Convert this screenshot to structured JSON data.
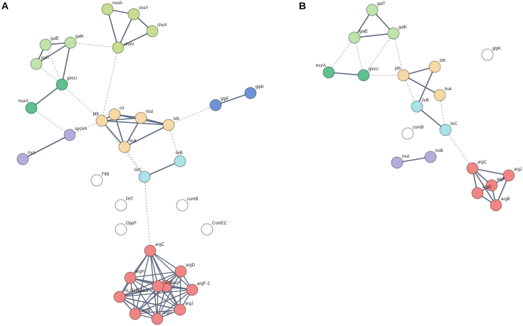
{
  "colors": {
    "green_light": "#bfe3a8",
    "green_olive": "#c6dc8e",
    "teal": "#5fbf8f",
    "peach": "#f8d8a4",
    "purple": "#b4acdc",
    "blue": "#6f93d6",
    "cyan": "#a9e2e7",
    "red": "#f08585",
    "empty": "#ffffff",
    "edge": "#5f6b80",
    "edge_dashed": "#9a9a9a"
  },
  "panels": [
    {
      "letter": "A",
      "nodes": [
        {
          "id": "motA",
          "label": "motA",
          "color": "green_olive"
        },
        {
          "id": "cheY",
          "label": "cheY",
          "color": "green_olive"
        },
        {
          "id": "cheX",
          "label": "cheX",
          "color": "green_olive"
        },
        {
          "id": "cheV",
          "label": "cheV",
          "color": "green_olive"
        },
        {
          "id": "galE",
          "label": "galE",
          "color": "green_light"
        },
        {
          "id": "galK",
          "label": "galK",
          "color": "green_light"
        },
        {
          "id": "galT",
          "label": "galT",
          "color": "green_light"
        },
        {
          "id": "glmU",
          "label": "glmU",
          "color": "teal"
        },
        {
          "id": "murA",
          "label": "murA",
          "color": "teal"
        },
        {
          "id": "ptb",
          "label": "ptb",
          "color": "peach"
        },
        {
          "id": "crt",
          "label": "crt",
          "color": "peach"
        },
        {
          "id": "hbd",
          "label": "hbd",
          "color": "peach"
        },
        {
          "id": "ldh",
          "label": "ldh",
          "color": "peach"
        },
        {
          "id": "buk",
          "label": "buk",
          "color": "peach"
        },
        {
          "id": "spoVA",
          "label": "spoVA",
          "color": "purple"
        },
        {
          "id": "trxA",
          "label": "trxA",
          "color": "purple"
        },
        {
          "id": "glpF",
          "label": "glpF",
          "color": "blue"
        },
        {
          "id": "glpK",
          "label": "glpK",
          "color": "blue"
        },
        {
          "id": "ilvB",
          "label": "ilvB",
          "color": "cyan"
        },
        {
          "id": "ilvC",
          "label": "ilvC",
          "color": "cyan"
        },
        {
          "id": "FliB",
          "label": "FliB",
          "color": "empty"
        },
        {
          "id": "PilT",
          "label": "PilT",
          "color": "empty"
        },
        {
          "id": "comB",
          "label": "comB",
          "color": "empty"
        },
        {
          "id": "OppF",
          "label": "OppF",
          "color": "empty"
        },
        {
          "id": "ComEC",
          "label": "ComEC",
          "color": "empty"
        },
        {
          "id": "argC",
          "label": "argC",
          "color": "red"
        },
        {
          "id": "argH",
          "label": "argH",
          "color": "red"
        },
        {
          "id": "argD",
          "label": "argD",
          "color": "red"
        },
        {
          "id": "argF",
          "label": "argF",
          "color": "red"
        },
        {
          "id": "argF-2",
          "label": "argF-2",
          "color": "red"
        },
        {
          "id": "ALO18143.1",
          "label": "ALO18143.1",
          "color": "red"
        },
        {
          "id": "argJ",
          "label": "argJ",
          "color": "red"
        },
        {
          "id": "argB",
          "label": "argB",
          "color": "red"
        },
        {
          "id": "argG",
          "label": "argG",
          "color": "red"
        },
        {
          "id": "argE",
          "label": "argE",
          "color": "red"
        }
      ],
      "edges": [
        {
          "a": "motA",
          "b": "cheY",
          "style": "solid"
        },
        {
          "a": "motA",
          "b": "cheV",
          "style": "solid"
        },
        {
          "a": "cheY",
          "b": "cheX",
          "style": "solid"
        },
        {
          "a": "cheY",
          "b": "cheV",
          "style": "solid"
        },
        {
          "a": "cheX",
          "b": "cheV",
          "style": "solid"
        },
        {
          "a": "galE",
          "b": "galK",
          "style": "solid"
        },
        {
          "a": "galE",
          "b": "galT",
          "style": "solid"
        },
        {
          "a": "galK",
          "b": "galT",
          "style": "solid"
        },
        {
          "a": "galK",
          "b": "glmU",
          "style": "solid"
        },
        {
          "a": "glmU",
          "b": "murA",
          "style": "solid"
        },
        {
          "a": "galE",
          "b": "glmU",
          "style": "dashed"
        },
        {
          "a": "galT",
          "b": "glmU",
          "style": "dashed"
        },
        {
          "a": "galK",
          "b": "cheV",
          "style": "dashed"
        },
        {
          "a": "cheV",
          "b": "ptb",
          "style": "dashed"
        },
        {
          "a": "glmU",
          "b": "ptb",
          "style": "dashed"
        },
        {
          "a": "murA",
          "b": "spoVA",
          "style": "dashed"
        },
        {
          "a": "spoVA",
          "b": "trxA",
          "style": "solid"
        },
        {
          "a": "spoVA",
          "b": "ptb",
          "style": "dashed"
        },
        {
          "a": "ptb",
          "b": "crt",
          "style": "solid"
        },
        {
          "a": "ptb",
          "b": "hbd",
          "style": "solid"
        },
        {
          "a": "ptb",
          "b": "buk",
          "style": "solid"
        },
        {
          "a": "ptb",
          "b": "ldh",
          "style": "solid"
        },
        {
          "a": "crt",
          "b": "hbd",
          "style": "solid"
        },
        {
          "a": "crt",
          "b": "buk",
          "style": "solid"
        },
        {
          "a": "crt",
          "b": "ldh",
          "style": "solid"
        },
        {
          "a": "hbd",
          "b": "buk",
          "style": "solid"
        },
        {
          "a": "hbd",
          "b": "ldh",
          "style": "solid"
        },
        {
          "a": "ldh",
          "b": "buk",
          "style": "solid"
        },
        {
          "a": "ldh",
          "b": "ilvB",
          "style": "dashed"
        },
        {
          "a": "ldh",
          "b": "glpF",
          "style": "dashed"
        },
        {
          "a": "glpF",
          "b": "glpK",
          "style": "solid"
        },
        {
          "a": "ilvB",
          "b": "ilvC",
          "style": "solid"
        },
        {
          "a": "buk",
          "b": "ilvC",
          "style": "dashed"
        },
        {
          "a": "ptb",
          "b": "ilvC",
          "style": "dashed"
        },
        {
          "a": "ilvC",
          "b": "argC",
          "style": "dashed"
        },
        {
          "a": "argC",
          "b": "argH",
          "style": "solid"
        },
        {
          "a": "argC",
          "b": "argD",
          "style": "solid"
        },
        {
          "a": "argC",
          "b": "argF",
          "style": "solid"
        },
        {
          "a": "argC",
          "b": "argF-2",
          "style": "solid"
        },
        {
          "a": "argC",
          "b": "ALO18143.1",
          "style": "solid"
        },
        {
          "a": "argC",
          "b": "argJ",
          "style": "solid"
        },
        {
          "a": "argC",
          "b": "argB",
          "style": "solid"
        },
        {
          "a": "argC",
          "b": "argG",
          "style": "solid"
        },
        {
          "a": "argC",
          "b": "argE",
          "style": "solid"
        },
        {
          "a": "argH",
          "b": "argD",
          "style": "solid"
        },
        {
          "a": "argH",
          "b": "argF",
          "style": "solid"
        },
        {
          "a": "argH",
          "b": "argF-2",
          "style": "solid"
        },
        {
          "a": "argH",
          "b": "ALO18143.1",
          "style": "solid"
        },
        {
          "a": "argH",
          "b": "argJ",
          "style": "solid"
        },
        {
          "a": "argH",
          "b": "argB",
          "style": "solid"
        },
        {
          "a": "argH",
          "b": "argG",
          "style": "solid"
        },
        {
          "a": "argH",
          "b": "argE",
          "style": "solid"
        },
        {
          "a": "argD",
          "b": "argF",
          "style": "solid"
        },
        {
          "a": "argD",
          "b": "argF-2",
          "style": "solid"
        },
        {
          "a": "argD",
          "b": "ALO18143.1",
          "style": "solid"
        },
        {
          "a": "argD",
          "b": "argJ",
          "style": "solid"
        },
        {
          "a": "argD",
          "b": "argB",
          "style": "solid"
        },
        {
          "a": "argD",
          "b": "argG",
          "style": "solid"
        },
        {
          "a": "argD",
          "b": "argE",
          "style": "solid"
        },
        {
          "a": "argF",
          "b": "argF-2",
          "style": "solid"
        },
        {
          "a": "argF",
          "b": "ALO18143.1",
          "style": "solid"
        },
        {
          "a": "argF",
          "b": "argJ",
          "style": "solid"
        },
        {
          "a": "argF",
          "b": "argB",
          "style": "solid"
        },
        {
          "a": "argF",
          "b": "argG",
          "style": "solid"
        },
        {
          "a": "argF",
          "b": "argE",
          "style": "solid"
        },
        {
          "a": "argF-2",
          "b": "ALO18143.1",
          "style": "solid"
        },
        {
          "a": "argF-2",
          "b": "argJ",
          "style": "solid"
        },
        {
          "a": "argF-2",
          "b": "argB",
          "style": "solid"
        },
        {
          "a": "argF-2",
          "b": "argG",
          "style": "solid"
        },
        {
          "a": "argF-2",
          "b": "argE",
          "style": "solid"
        },
        {
          "a": "ALO18143.1",
          "b": "argJ",
          "style": "solid"
        },
        {
          "a": "ALO18143.1",
          "b": "argB",
          "style": "solid"
        },
        {
          "a": "ALO18143.1",
          "b": "argG",
          "style": "solid"
        },
        {
          "a": "ALO18143.1",
          "b": "argE",
          "style": "solid"
        },
        {
          "a": "argJ",
          "b": "argB",
          "style": "solid"
        },
        {
          "a": "argJ",
          "b": "argG",
          "style": "solid"
        },
        {
          "a": "argJ",
          "b": "argE",
          "style": "solid"
        },
        {
          "a": "argB",
          "b": "argG",
          "style": "solid"
        },
        {
          "a": "argB",
          "b": "argE",
          "style": "solid"
        },
        {
          "a": "argG",
          "b": "argE",
          "style": "solid"
        }
      ]
    },
    {
      "letter": "B",
      "nodes": [
        {
          "id": "galT",
          "label": "galT",
          "color": "green_light"
        },
        {
          "id": "galE",
          "label": "galE",
          "color": "green_light"
        },
        {
          "id": "galK",
          "label": "galK",
          "color": "green_light"
        },
        {
          "id": "glpK",
          "label": "glpK",
          "color": "empty"
        },
        {
          "id": "murA",
          "label": "murA",
          "color": "teal"
        },
        {
          "id": "glmU",
          "label": "glmU",
          "color": "teal"
        },
        {
          "id": "ptb",
          "label": "ptb",
          "color": "peach"
        },
        {
          "id": "ldh",
          "label": "ldh",
          "color": "peach"
        },
        {
          "id": "buk",
          "label": "buk",
          "color": "peach"
        },
        {
          "id": "ilvB",
          "label": "ilvB",
          "color": "cyan"
        },
        {
          "id": "ilvC",
          "label": "ilvC",
          "color": "cyan"
        },
        {
          "id": "comB",
          "label": "comB",
          "color": "empty"
        },
        {
          "id": "trxA",
          "label": "trxA",
          "color": "purple"
        },
        {
          "id": "trxB",
          "label": "trxB",
          "color": "purple"
        },
        {
          "id": "argC",
          "label": "argC",
          "color": "red"
        },
        {
          "id": "argJ",
          "label": "argJ",
          "color": "red"
        },
        {
          "id": "argF",
          "label": "argF",
          "color": "red"
        },
        {
          "id": "argD",
          "label": "argD",
          "color": "red"
        },
        {
          "id": "argB",
          "label": "argB",
          "color": "red"
        }
      ],
      "edges": [
        {
          "a": "galT",
          "b": "galE",
          "style": "solid"
        },
        {
          "a": "galT",
          "b": "galK",
          "style": "solid"
        },
        {
          "a": "galE",
          "b": "galK",
          "style": "solid"
        },
        {
          "a": "galE",
          "b": "murA",
          "style": "dashed"
        },
        {
          "a": "galE",
          "b": "glmU",
          "style": "dashed"
        },
        {
          "a": "galK",
          "b": "glmU",
          "style": "dashed"
        },
        {
          "a": "galK",
          "b": "ptb",
          "style": "dashed"
        },
        {
          "a": "murA",
          "b": "glmU",
          "style": "solid"
        },
        {
          "a": "glmU",
          "b": "ptb",
          "style": "dashed"
        },
        {
          "a": "ptb",
          "b": "ldh",
          "style": "solid"
        },
        {
          "a": "ptb",
          "b": "buk",
          "style": "solid"
        },
        {
          "a": "ldh",
          "b": "ilvB",
          "style": "solid"
        },
        {
          "a": "ptb",
          "b": "ilvB",
          "style": "dashed"
        },
        {
          "a": "buk",
          "b": "ilvC",
          "style": "dashed"
        },
        {
          "a": "ilvB",
          "b": "ilvC",
          "style": "solid"
        },
        {
          "a": "ilvC",
          "b": "argC",
          "style": "dashed"
        },
        {
          "a": "trxA",
          "b": "trxB",
          "style": "solid"
        },
        {
          "a": "argC",
          "b": "argJ",
          "style": "solid"
        },
        {
          "a": "argC",
          "b": "argF",
          "style": "solid"
        },
        {
          "a": "argC",
          "b": "argD",
          "style": "solid"
        },
        {
          "a": "argC",
          "b": "argB",
          "style": "solid"
        },
        {
          "a": "argJ",
          "b": "argF",
          "style": "solid"
        },
        {
          "a": "argJ",
          "b": "argB",
          "style": "solid"
        },
        {
          "a": "argF",
          "b": "argD",
          "style": "solid"
        },
        {
          "a": "argF",
          "b": "argB",
          "style": "solid"
        },
        {
          "a": "argD",
          "b": "argB",
          "style": "solid"
        }
      ]
    }
  ]
}
